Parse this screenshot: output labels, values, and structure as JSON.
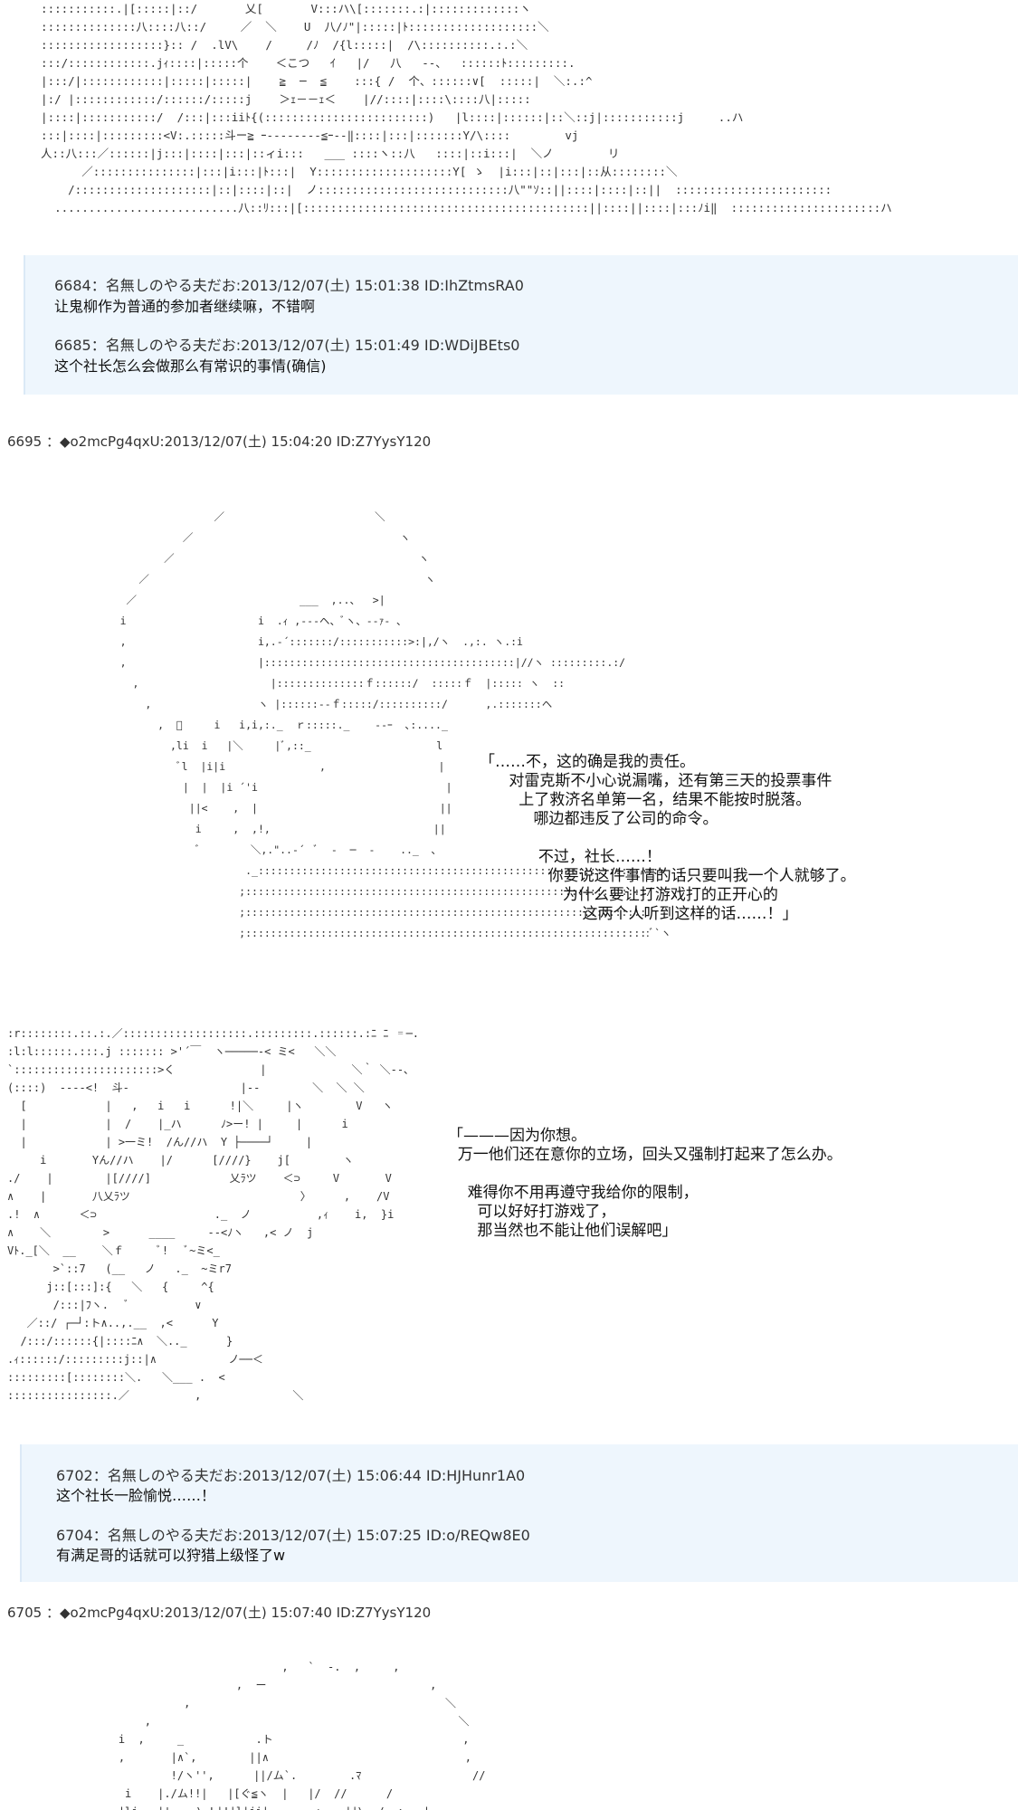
{
  "art": {
    "top": "  :::::::::::.|[:::::|::/       乂[       V:::ハ\\[:::::::.:|:::::::::::::ヽ\n  ::::::::::::::八::::八::/     ／  ＼    U  八/ﾉ\"|:::::|ﾄ:::::::::::::::::::＼\n  ::::::::::::::::::}:: /  .lV\\    /     /ﾉ  /{l:::::|  /\\::::::::::.:.:＼\n  :::/::::::::::::.jｨ::::|:::::个    ＜こつ   ｲ   |/   八   --、  ::::::ﾄ:::::::::.\n  |:::/|::::::::::::|:::::|:::::|    ≧  ─  ≦    :::{ /  个、::::::∨[  :::::|  ＼:.:^\n  |:/ |::::::::::::/::::::/:::::j    ＞ｪ－－ｪ＜    |//::::|::::\\::::八|:::::\n  |::::|:::::::::::/  /:::|:::iiﾄ{(::::::::::::::::::::::::)   |l::::|::::::|::＼::j|:::::::::::j     ..ハ\n  :::|::::|:::::::::<V:.:::::斗ー≧ ｰ--------≦ｰ--‖::::|:::|:::::::Y/\\::::        vj\n  人::八:::／::::::|j:::|::::|:::|::ィi:::   ___ ::::ヽ::八   ::::|::i:::|  ＼ノ        リ\n        ／:::::::::::::::|:::|i:::|ﾄ:::|  Y::::::::::::::::::::Y[ ゝ  |i:::|::|:::|::从::::::::＼\n      /::::::::::::::::::::|::|::::|::|  ノ::::::::::::::::::::::::::::八\"\"ｿ::||::::|::::|::||  :::::::::::::::::::::::\n    ...........................八::ﾘ:::|[::::::::::::::::::::::::::::::::::::::::::||::::||::::|:::ﾉi‖  ::::::::::::::::::::::ハ",
    "middle": "                                 ／                        ＼\n                            ／                                 ヽ\n                         ／                                       ヽ\n                     ／                                            ヽ\n                   ／                          ___  ,..、  >|\n                  i                     i  .ｨ ,--‐ヘ、ﾞヽ、--ｧ‐ ､\n                  ,                     i,.-´:::::::/:::::::::::>:|,/ヽ  .,:. ヽ.:i\n                  ,                     |::::::::::::::::::::::::::::::::::::::::|//ヽ :::::::::.:/\n                    ,                     |::::::::::::::ｆ::::::/  :::::ｆ  |::::: ヽ  ::\n                      ,                 ヽ |::::::--ｆ:::::/::::::::::/      ,.:::::::ヘ\n                        ,  ﾞ     i   i,i,:._  ｒ:::::._    --ｰ  ､:...._\n                          ,li  i   |＼     |ﾞ,::_                    l\n                           ﾞl  |i|i               ,                  |\n                            |  |  |i ´'i                              |\n                             ||<    ,  |                             ||\n                              i     ,  ,!,                          ||\n                              ﾞ        ＼,.\"..-´  ﾞ  -  ─  -    .._  ､\n                                      ._::::::::::::::::::::::::::::::::::::::::::::::::::::::::::::::::>\n                                     ;::::::::::::::::::::::::::::::::::::::::::::::::::::::::::::::::/\n                                     ;::::::::::::::::::::::::::::::::::::::::::::::::::::::::::::::::\n                                     ;:::::::::::::::::::::::::::::::::::::::::::::::::::::::::::::::::ﾞ`ヽ",
    "lower": ":r::::::::.::.:.／:::::::::::::::::::.:::::::::.::::::.:ﾆ ﾆ ゠─.\n:l:l::::::.:::.j ::::::: >'´￣  ヽ─────‐< ミ<   ＼＼\n`::::::::::::::::::::::>く             |             ＼｀ ＼‐-､\n(::::)  ----<!  斗‐                 |‐-        ＼  ＼ ＼\n  [            |   ,   i   i      !|＼     |ヽ        V   ヽ\n  |            |  /    |_ハ      ﾉ>ー! |     |      i\n  |            | >一ミ!  /ん//ハ  Y ├────┘     |\n     i       Yん//ハ    |/      [////}    j[        ヽ\n./    |        |[////]            乂ﾗツ    ＜⊃     V       V\n∧    |       八乂ﾗツ                          〉     ,    /V\n.!  ∧      ＜⊃                  ._  ノ          ,ｨ    i,  }i\n∧    ＼        >      ____     -‐<ﾉヽ   ,< ノ  j\nVﾄ._[＼  __    ＼ｆ     ﾞ!   ﾞ~ミ<_\n       >`::7   (__   ノ   ._  ~ミr7\n      j::[:::]:{   ＼   {     ^{\n       /:::|ﾌヽ.   ﾞ          ∨\n   ／::/ ┌─┘:ト∧..,.__  ,<      Y\n  /:::/::::::{|::::ﾆ∧  ＼.._      }\n.ｨ::::::/:::::::::j::|∧           ノ──＜\n:::::::::[::::::::＼.   ＼___ .  <\n::::::::::::::::.／          ,              ＼",
    "bottom": "                                          ,   `  -.  ,     ,\n                                   ,  ー                         ,\n                           ,                                       ＼\n                     ,                                               ＼\n                 i  ,     _           .ト                             ,\n                 ,       |∧`,        ||∧                              ,\n                         !/ヽ'',      ||/ム`.        .ﾏ                 //\n                  i    |./ム!!|   |[ぐ≦ヽ  |   |/  //      /\n                 |lj   |'.   \\.L|!|l|ji|    ~  ヽ   ||\\ ./  ;   |"
  },
  "quote_box_1": {
    "entries": [
      {
        "header": "6684：名無しのやる夫だお:2013/12/07(土) 15:01:38 ID:IhZtmsRA0",
        "body": "让鬼柳作为普通的参加者继续嘛，不错啊"
      },
      {
        "header": "6685：名無しのやる夫だお:2013/12/07(土) 15:01:49 ID:WDiJBEts0",
        "body": "这个社长怎么会做那么有常识的事情(确信)"
      }
    ]
  },
  "post_6695": {
    "header": "6695 ：◆o2mcPg4qxU:2013/12/07(土) 15:04:20 ID:Z7YysY120",
    "dialog": "「……不，这的确是我的责任。\n      对雷克斯不小心说漏嘴，还有第三天的投票事件\n        上了救济名单第一名，结果不能按时脱落。\n           哪边都违反了公司的命令。\n\n            不过，社长……！\n              你要说这件事情的话只要叫我一个人就够了。\n                 为什么要让打游戏打的正开心的\n                     这两个人听到这样的话……！」",
    "dialog2": "「———因为你想。\n  万一他们还在意你的立场，回头又强制打起来了怎么办。\n\n    难得你不用再遵守我给你的限制，\n      可以好好打游戏了，\n      那当然也不能让他们误解吧」"
  },
  "quote_box_2": {
    "entries": [
      {
        "header": "6702：名無しのやる夫だお:2013/12/07(土) 15:06:44 ID:HJHunr1A0",
        "body": "这个社长一脸愉悦……！"
      },
      {
        "header": "6704：名無しのやる夫だお:2013/12/07(土) 15:07:25 ID:o/REQw8E0",
        "body": "有满足哥的话就可以狩猎上级怪了w"
      }
    ]
  },
  "post_6705": {
    "header": "6705 ：◆o2mcPg4qxU:2013/12/07(土) 15:07:40 ID:Z7YysY120"
  }
}
